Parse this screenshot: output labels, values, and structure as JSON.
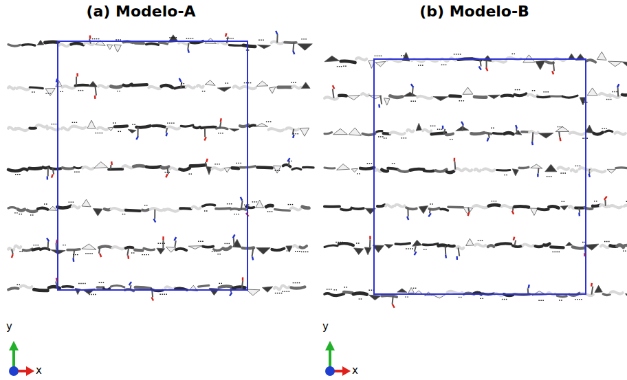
{
  "diagram": {
    "labels": [
      "(a) Modelo-A",
      "(b) Modelo-B",
      "y",
      "x",
      "y",
      "x"
    ]
  }
}
